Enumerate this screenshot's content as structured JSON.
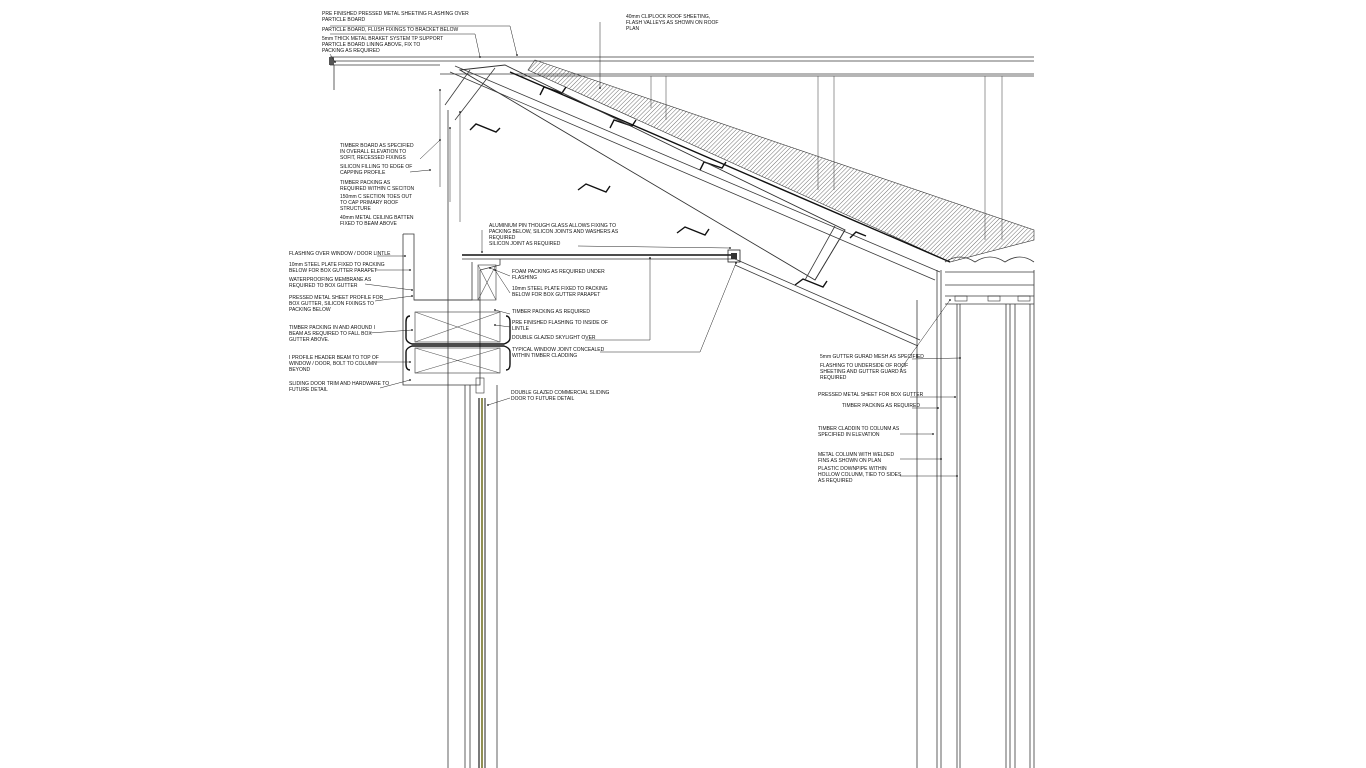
{
  "labels": {
    "pre_finished_flashing": [
      "PRE FINISHED PRESSED METAL SHEETING FLASHING OVER",
      "PARTICLE BOARD"
    ],
    "particle_board": [
      "PARTICLE BOARD, FLUSH FIXINGS TO BRACKET BELOW"
    ],
    "metal_bracket": [
      "5mm THICK METAL BRAKET SYSTEM TP SUPPORT",
      "PARTICLE BOARD LINING ABOVE, FIX TO",
      "PACKING AS REQUIRED"
    ],
    "cliplock_roof": [
      "40mm CLIPLOCK ROOF SHEETING,",
      "FLASH VALLEYS AS SHOWN ON ROOF",
      "PLAN"
    ],
    "timber_board": [
      "TIMBER BOARD AS SPECIFIED",
      "IN OVERALL ELEVATION TO",
      "SOFIT, RECESSED FIXINGS"
    ],
    "silicon_filling": [
      "SILICON FILLING TO EDGE OF",
      "CAPPING PROFILE"
    ],
    "timber_packing_c": [
      "TIMBER PACKING AS",
      "REQUIRED WITHIN C SECITON"
    ],
    "c_section": [
      "150mm C SECTION TOES OUT",
      "TO CAP PRIMARY ROOF",
      "STRUCTURE"
    ],
    "ceiling_batten": [
      "40mm METAL CEILING BATTEN",
      "FIXED TO BEAM ABOVE"
    ],
    "aluminium_pin": [
      "ALUMINIUM PIN THOUGH GLASS ALLOWS FIXING TO",
      "PACKING BELOW, SILICON JOINTS AND WASHERS AS",
      "REQUIRED"
    ],
    "silicon_joint": [
      "SILICON JOINT AS REQUIRED"
    ],
    "flashing_window": [
      "FLASHING OVER WINDOW / DOOR LINTLE"
    ],
    "steel_plate_parapet": [
      "10mm STEEL PLATE FIXED TO PACKING",
      "BELOW FOR BOX GUTTER PARAPET"
    ],
    "waterproofing": [
      "WATERPROOFING MEMBRANE AS",
      "REQUIRED TO BOX GUTTER"
    ],
    "pressed_profile": [
      "PRESSED METAL SHEET PROFILE FOR",
      "BOX GUTTER, SILICON FIXINGS TO",
      "PACKING BELOW"
    ],
    "timber_packing_ibeam": [
      "TIMBER PACKING IN AND AROUND I",
      "BEAM AS REQUIRED TO FALL BOX",
      "GUTTER ABOVE."
    ],
    "i_profile_beam": [
      "I PROFILE HEADER BEAM TO TOP OF",
      "WINDOW / DOOR, BOLT TO COLUMN",
      "BEYOND"
    ],
    "door_trim": [
      "SLIDING DOOR TRIM AND HARDWARE TO",
      "FUTURE DETAIL"
    ],
    "foam_packing": [
      "FOAM PACKING AS REQUIRED UNDER",
      "FLASHING"
    ],
    "steel_plate_right": [
      "10mm STEEL PLATE FIXED TO PACKING",
      "BELOW FOR BOX GUTTER PARAPET"
    ],
    "timber_packing_req": [
      "TIMBER PACKING AS REQUIRED"
    ],
    "pre_finished_lintle": [
      "PRE FINISHED FLASHING TO INSIDE OF",
      "LINTLE"
    ],
    "skylight": [
      "DOUBLE GLAZED SKYLIGHT OVER"
    ],
    "window_joint": [
      "TYPICAL WINDOW JOINT CONCEALED",
      "WITHIN TIMBER CLADDING"
    ],
    "sliding_door": [
      "DOUBLE GLAZED COMMERCIAL SLIDING",
      "DOOR TO FUTURE DETAIL"
    ],
    "gutter_mesh": [
      "5mm GUTTER GURAD MESH AS SPECIFIED"
    ],
    "flashing_underside": [
      "FLASHING TO UNDERSIDE OF ROOF",
      "SHEETING AND GUTTER GUARD AS",
      "REQUIRED"
    ],
    "pressed_box_gutter": [
      "PRESSED METAL SHEET FOR BOX GUTTER"
    ],
    "timber_packing_right": [
      "TIMBER PACKING AS REQUIRED"
    ],
    "timber_cladding": [
      "TIMBER CLADDIN TO COLUNM AS",
      "SPECIFIED IN ELEVATION"
    ],
    "metal_column": [
      "METAL COLUMN WITH WELDED",
      "FINS AS SHOWN ON PLAN"
    ],
    "downpipe": [
      "PLASTIC DOWNPIPE WITHIN",
      "HOLLOW COLUNM, TIED TO SIDES",
      "AS REQUIRED"
    ]
  }
}
